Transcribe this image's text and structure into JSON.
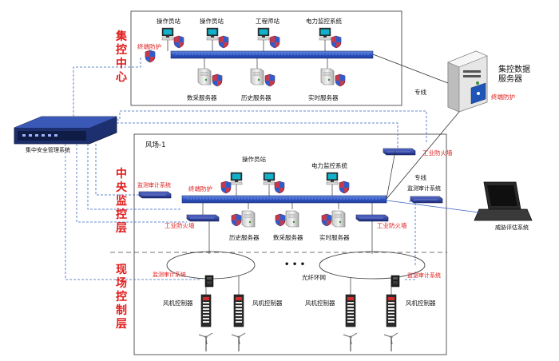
{
  "zones": {
    "center": "集控中心",
    "central": "中央监控层",
    "field": "现场控制层"
  },
  "top": {
    "ws1": "操作员站",
    "ws2": "操作员站",
    "ws3": "工程师站",
    "ws4": "电力监控系统",
    "endpoint": "终端防护",
    "srv1": "数采服务器",
    "srv2": "历史服务器",
    "srv3": "实时服务器",
    "dedicated": "专线",
    "main_server": "集控数据服务器",
    "main_endpoint": "终端防护"
  },
  "left": {
    "mgmt": "集中安全管理系统"
  },
  "mid": {
    "farm": "风场-1",
    "ws1": "操作员站",
    "ws2": "电力监控系统",
    "endpoint": "终端防护",
    "audit_left": "监测审计系统",
    "audit_right": "监测审计系统",
    "dedicated": "专线",
    "fw_top": "工业防火墙",
    "fw_left": "工业防火墙",
    "fw_right": "工业防火墙",
    "srv1": "历史服务器",
    "srv2": "数采服务器",
    "srv3": "实时服务器",
    "risk": "威胁评估系统"
  },
  "field": {
    "audit_left": "监测审计系统",
    "audit_right": "监测审计系统",
    "ring": "光纤环网",
    "dots": "• • •",
    "ctrl1": "风机控制器",
    "ctrl2": "风机控制器",
    "ctrl3": "风机控制器",
    "ctrl4": "风机控制器"
  },
  "colors": {
    "red": "#e01b1b",
    "switch": "#3a62c4",
    "link": "#3a62c4",
    "shield": "#c63a4e"
  }
}
